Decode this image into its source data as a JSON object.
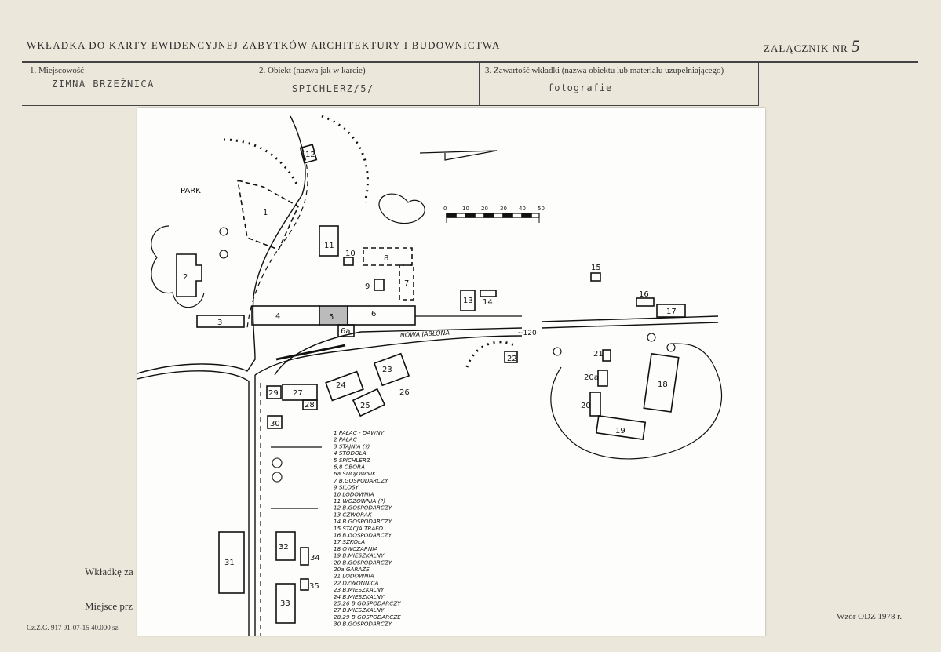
{
  "header": {
    "title": "WKŁADKA DO KARTY EWIDENCYJNEJ ZABYTKÓW ARCHITEKTURY I BUDOWNICTWA",
    "attachment_label": "ZAŁĄCZNIK NR",
    "attachment_number": "5"
  },
  "fields": {
    "f1_label": "1.  Miejscowość",
    "f1_value": "ZIMNA BRZEŹNICA",
    "f2_label": "2.  Obiekt (nazwa jak w karcie)",
    "f2_value": "SPICHLERZ/5/",
    "f3_label": "3.  Zawartość wkładki (nazwa obiektu lub materiału uzupełniającego)",
    "f3_value": "fotografie"
  },
  "map": {
    "park_label": "PARK",
    "road_label": "NOWA JABŁONA",
    "road_number": "~120",
    "scale_ticks": [
      "0",
      "10",
      "20",
      "30",
      "40",
      "50"
    ],
    "building_numbers": [
      "1",
      "2",
      "3",
      "4",
      "5",
      "6",
      "6a",
      "7",
      "8",
      "9",
      "10",
      "11",
      "12",
      "13",
      "14",
      "15",
      "16",
      "17",
      "18",
      "19",
      "20",
      "20a",
      "21",
      "22",
      "23",
      "24",
      "25",
      "26",
      "27",
      "28",
      "29",
      "30",
      "31",
      "32",
      "33",
      "34",
      "35"
    ],
    "legend": [
      "1  PAŁAC - DAWNY",
      "2  PAŁAC",
      "3  STAJNIA (?)",
      "4  STODOŁA",
      "5  SPICHLERZ",
      "6,8  OBORA",
      "6a  ŚNOJOWNIK",
      "7  B.GOSPODARCZY",
      "9  SILOSY",
      "10  LODOWNIA",
      "11  WOZOWNIA (?)",
      "12  B.GOSPODARCZY",
      "13  CZWORAK",
      "14  B.GOSPODARCZY",
      "15  STACJA TRAFO",
      "16  B.GOSPODARCZY",
      "17  SZKOŁA",
      "18  OWCZARNIA",
      "19  B.MIESZKALNY",
      "20  B.GOSPODARCZY",
      "20a  GARAŻE",
      "21  LODOWNIA",
      "22  DZWONNICA",
      "23  B.MIESZKALNY",
      "24  B.MIESZKALNY",
      "25,26  B.GOSPODARCZY",
      "27  B.MIESZKALNY",
      "28,29  B.GOSPODARCZE",
      "30  B.GOSPODARCZY"
    ]
  },
  "footer": {
    "wkladke": "Wkładkę za",
    "miejsce": "Miejsce prz",
    "print_code": "Cz.Z.G. 917 91-07-15 40.000 sz",
    "wzor": "Wzór ODZ 1978 r."
  }
}
